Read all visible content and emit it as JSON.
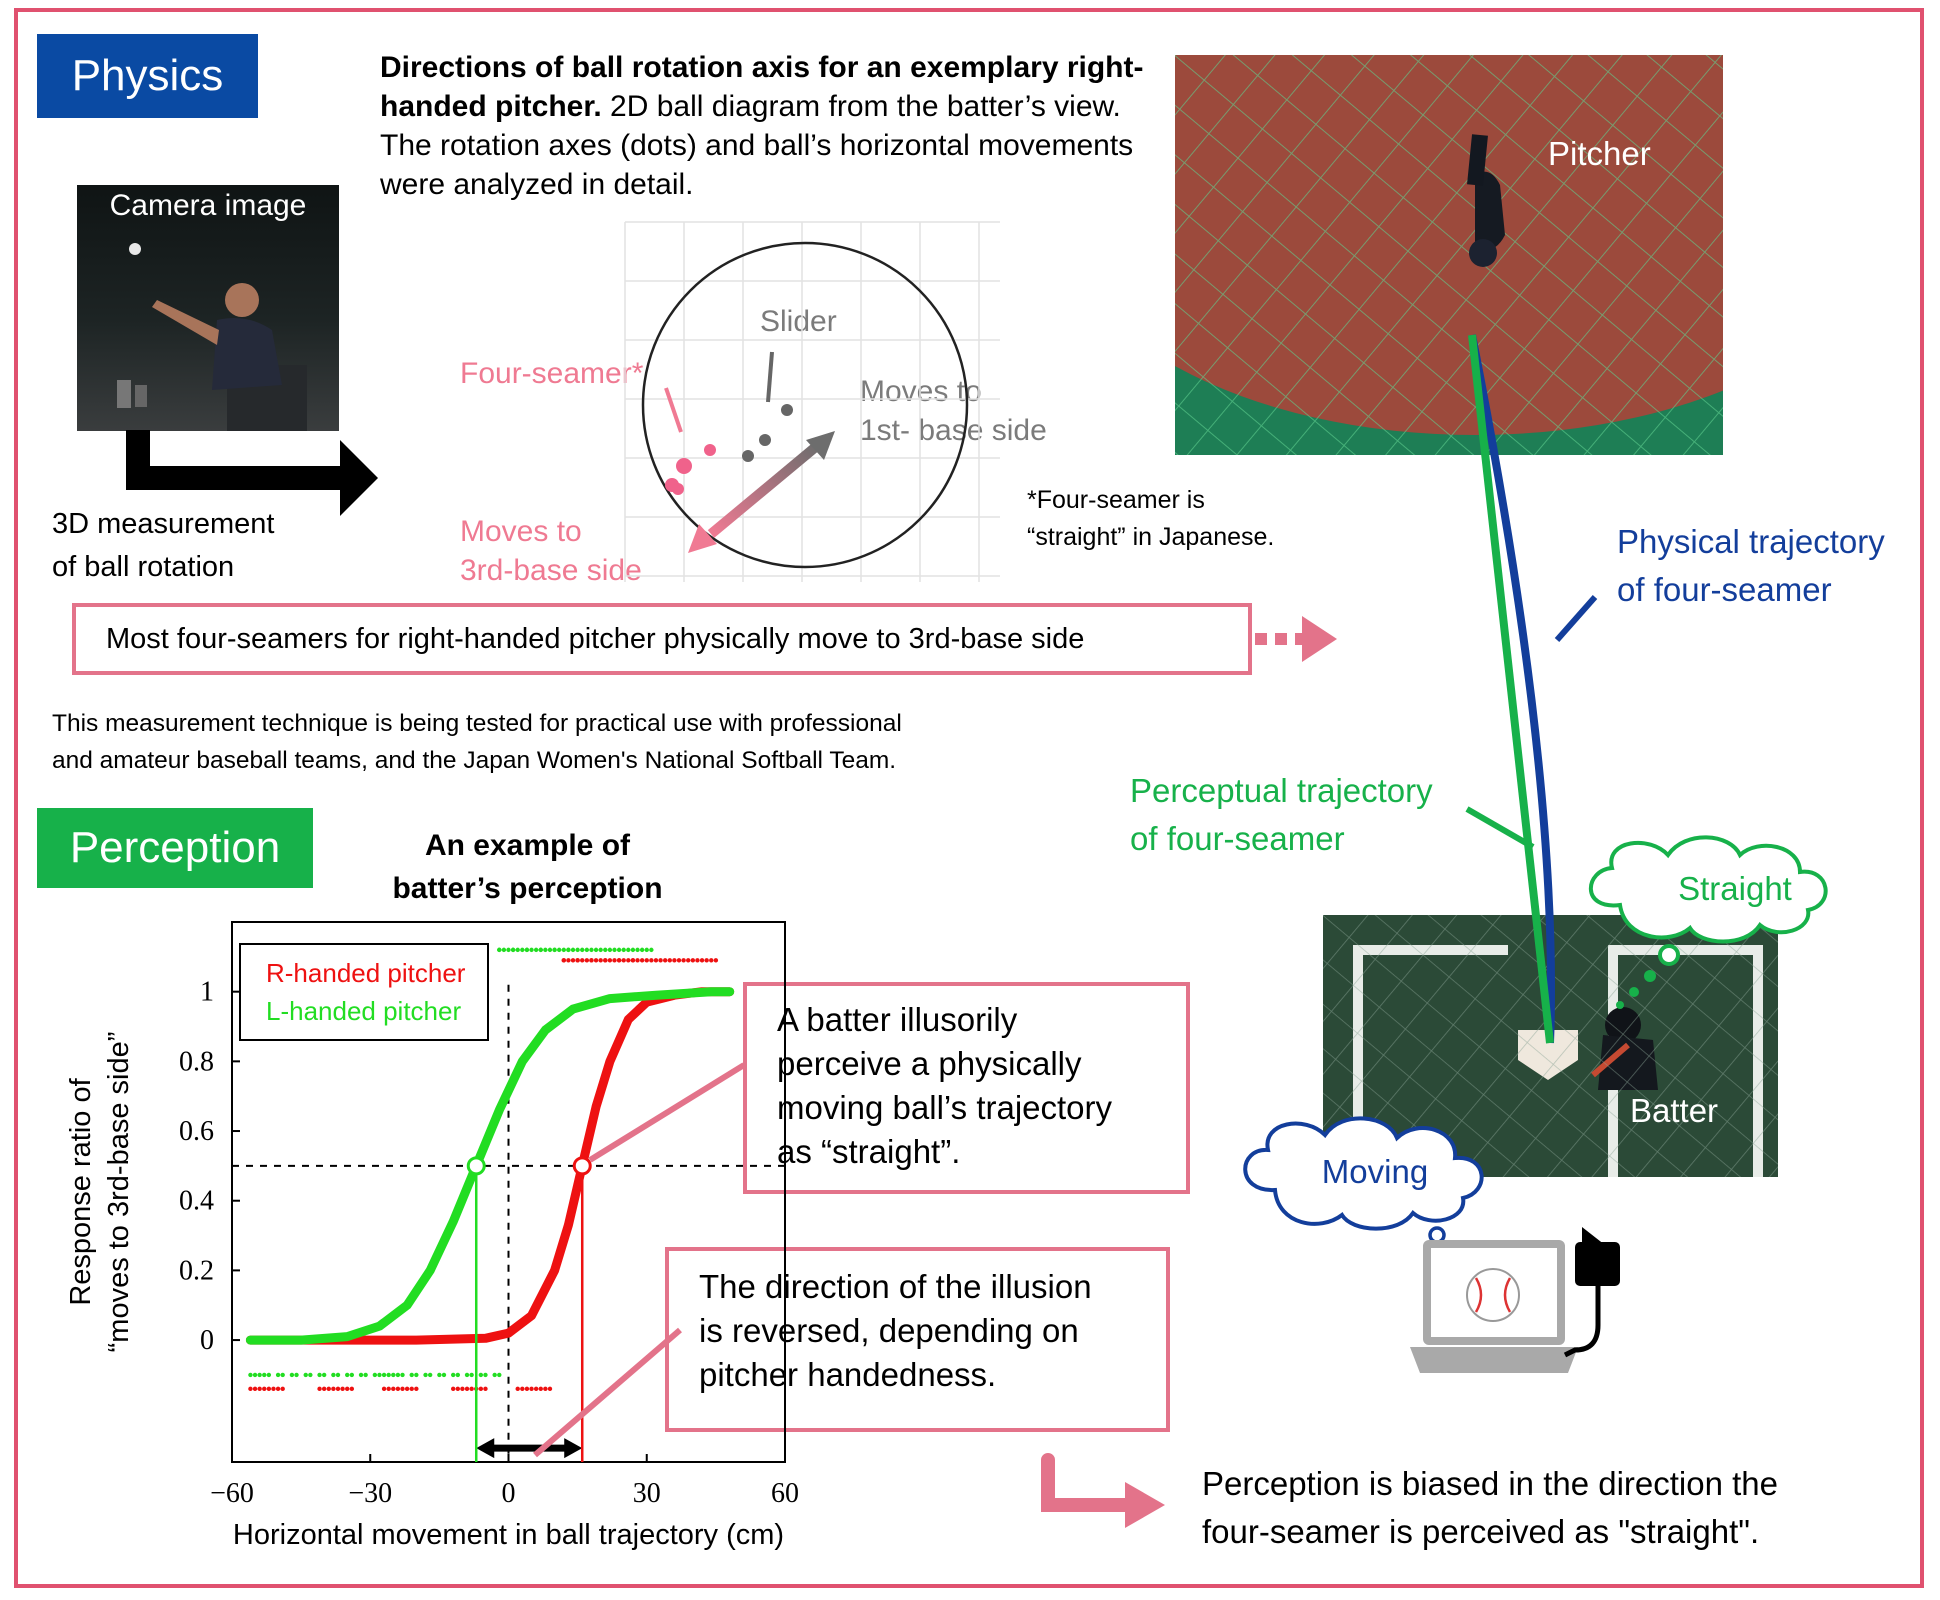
{
  "physics": {
    "tag": "Physics",
    "tag_color": "#0a4aa3",
    "caption_bold": "Directions of ball rotation axis for an exemplary right-handed pitcher.",
    "caption_rest": " 2D ball diagram from the batter’s view. The rotation axes (dots) and ball’s horizontal movements were analyzed in detail.",
    "camera_label": "Camera image",
    "measurement_line1": "3D measurement",
    "measurement_line2": "of ball rotation",
    "diagram": {
      "slider": "Slider",
      "four_seamer": "Four-seamer*",
      "moves_1st_line1": "Moves to",
      "moves_1st_line2": "1st- base side",
      "moves_3rd_line1": "Moves to",
      "moves_3rd_line2": "3rd-base side"
    },
    "footnote_line1": "*Four-seamer is",
    "footnote_line2": "“straight” in Japanese.",
    "summary_box": "Most four-seamers for right-handed pitcher physically move to 3rd-base side",
    "practical_line1": "This measurement technique is being tested for practical use with professional",
    "practical_line2": "and amateur baseball teams, and the Japan Women's National Softball Team."
  },
  "field": {
    "pitcher_label": "Pitcher",
    "batter_label": "Batter",
    "physical_traj_line1": "Physical trajectory",
    "physical_traj_line2": "of four-seamer",
    "perceptual_traj_line1": "Perceptual trajectory",
    "perceptual_traj_line2": "of four-seamer",
    "thought_straight": "Straight",
    "thought_moving": "Moving"
  },
  "perception": {
    "tag": "Perception",
    "tag_color": "#17b14a",
    "chart_title_line1": "An example of",
    "chart_title_line2": "batter’s perception",
    "callout1_line1": "A batter illusorily",
    "callout1_line2": "perceive a physically",
    "callout1_line3": "moving ball’s trajectory",
    "callout1_line4": "as “straight”.",
    "callout2_line1": "The direction of the illusion",
    "callout2_line2": "is reversed, depending on",
    "callout2_line3": "pitcher handedness.",
    "conclusion_line1": "Perception is biased in the direction the",
    "conclusion_line2": "four-seamer is perceived as \"straight\"."
  },
  "chart_data": {
    "type": "line",
    "xlabel": "Horizontal movement in ball trajectory (cm)",
    "ylabel_line1": "Response ratio of",
    "ylabel_line2": "“moves to 3rd-base side”",
    "xlim": [
      -60,
      60
    ],
    "ylim": [
      -0.35,
      1.2
    ],
    "x_ticks": [
      -60,
      -30,
      0,
      30,
      60
    ],
    "x_tick_labels": [
      "−60",
      "−30",
      "0",
      "30",
      "60"
    ],
    "y_ticks": [
      0,
      0.2,
      0.4,
      0.6,
      0.8,
      1
    ],
    "y_tick_labels": [
      "0",
      "0.2",
      "0.4",
      "0.6",
      "0.8",
      "1"
    ],
    "legend_position": "top-left",
    "reference_line_y": 0.5,
    "reference_line_x": 0,
    "series": [
      {
        "name": "R-handed pitcher",
        "color": "#ee1111",
        "threshold_x": 16,
        "x": [
          -56,
          -40,
          -20,
          -5,
          0,
          5,
          10,
          13,
          16,
          19,
          22,
          26,
          30,
          36,
          42,
          48
        ],
        "y": [
          0,
          0,
          0,
          0.005,
          0.02,
          0.07,
          0.2,
          0.33,
          0.5,
          0.67,
          0.8,
          0.92,
          0.97,
          0.99,
          1,
          1
        ]
      },
      {
        "name": "L-handed pitcher",
        "color": "#22dd22",
        "threshold_x": -7,
        "x": [
          -56,
          -45,
          -35,
          -28,
          -22,
          -17,
          -12,
          -7,
          -2,
          3,
          8,
          14,
          22,
          32,
          44,
          48
        ],
        "y": [
          0,
          0,
          0.01,
          0.04,
          0.1,
          0.2,
          0.34,
          0.5,
          0.66,
          0.8,
          0.89,
          0.95,
          0.98,
          0.99,
          1,
          1
        ]
      }
    ]
  },
  "colors": {
    "frame": "#e0516f",
    "callout_border": "#e3738a",
    "four_seamer_pink": "#ef7a92",
    "perceptual_green": "#17b14a",
    "physical_blue": "#133e9b"
  }
}
